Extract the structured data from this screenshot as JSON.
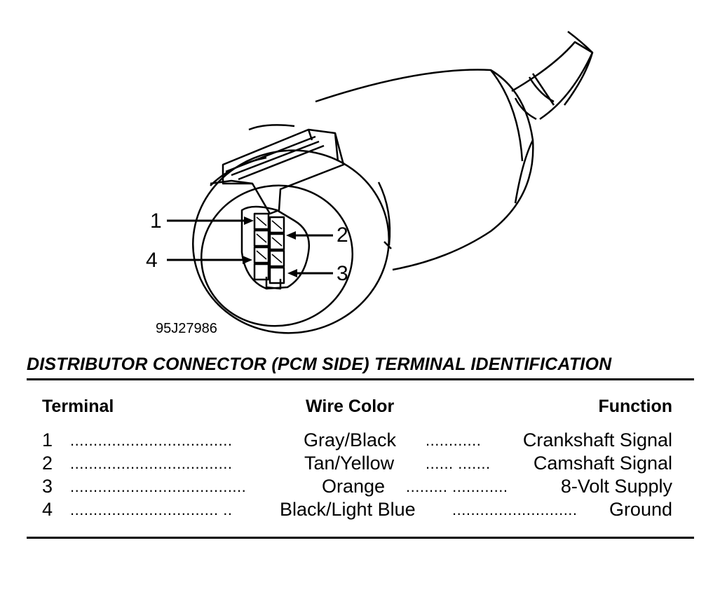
{
  "figure": {
    "id_code": "95J27986",
    "callouts": [
      "1",
      "2",
      "3",
      "4"
    ]
  },
  "title": "DISTRIBUTOR CONNECTOR (PCM SIDE) TERMINAL IDENTIFICATION",
  "table": {
    "headers": [
      "Terminal",
      "Wire Color",
      "Function"
    ],
    "rows": [
      {
        "terminal": "1",
        "wire_color": "Gray/Black",
        "function": "Crankshaft Signal",
        "leader1": "...................................",
        "leader2": "............"
      },
      {
        "terminal": "2",
        "wire_color": "Tan/Yellow",
        "function": "Camshaft Signal",
        "leader1": "...................................",
        "leader2": "...... ......."
      },
      {
        "terminal": "3",
        "wire_color": "Orange",
        "function": "8-Volt Supply",
        "leader1": "......................................",
        "leader2": "......... ............"
      },
      {
        "terminal": "4",
        "wire_color": "Black/Light Blue",
        "function": "Ground",
        "leader1": "................................ ..",
        "leader2": "..........................."
      }
    ]
  }
}
